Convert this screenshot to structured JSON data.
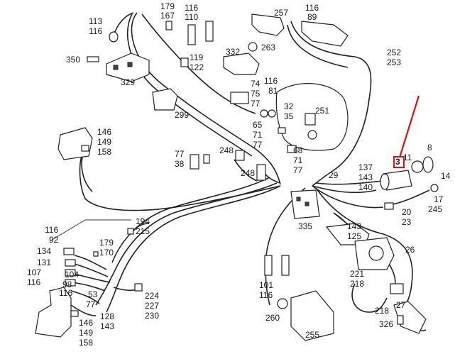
{
  "labels": {
    "l113": "113",
    "l116a": "116",
    "l179a": "179",
    "l167": "167",
    "l116b": "116",
    "l110": "110",
    "l257": "257",
    "l116c": "116",
    "l89": "89",
    "l350": "350",
    "l332": "332",
    "l263": "263",
    "l119": "119",
    "l122": "122",
    "l329": "329",
    "l252": "252",
    "l253": "253",
    "l116d": "116",
    "l81": "81",
    "l74": "74",
    "l75": "75",
    "l77a": "77",
    "l299": "299",
    "l32": "32",
    "l35": "35",
    "l251": "251",
    "l65": "65",
    "l71a": "71",
    "l77b": "77",
    "l146a": "146",
    "l149a": "149",
    "l158a": "158",
    "l77c": "77",
    "l38": "38",
    "l248a": "248",
    "l248b": "248",
    "l68": "68",
    "l71b": "71",
    "l77d": "77",
    "l8": "8",
    "l11": "11",
    "l137": "137",
    "l143a": "143",
    "l140": "140",
    "l29": "29",
    "l14": "14",
    "l17": "17",
    "l245": "245",
    "l20": "20",
    "l23": "23",
    "l194": "194",
    "l215": "215",
    "l335": "335",
    "l116e": "116",
    "l92": "92",
    "l179b": "179",
    "l170": "170",
    "l134": "134",
    "l131": "131",
    "l143b": "143",
    "l125": "125",
    "l26": "26",
    "l107": "107",
    "l116f": "116",
    "l104": "104",
    "l98": "98",
    "l116g": "116",
    "l53": "53",
    "l77e": "77",
    "l221": "221",
    "l218a": "218",
    "l101": "101",
    "l116h": "116",
    "l224": "224",
    "l227": "227",
    "l230": "230",
    "l128": "128",
    "l143c": "143",
    "l146b": "146",
    "l149b": "149",
    "l158b": "158",
    "l260": "260",
    "l218b": "218",
    "l27": "27",
    "l326": "326",
    "l255": "255"
  },
  "highlight": {
    "color": "#e01010",
    "label": "3"
  }
}
